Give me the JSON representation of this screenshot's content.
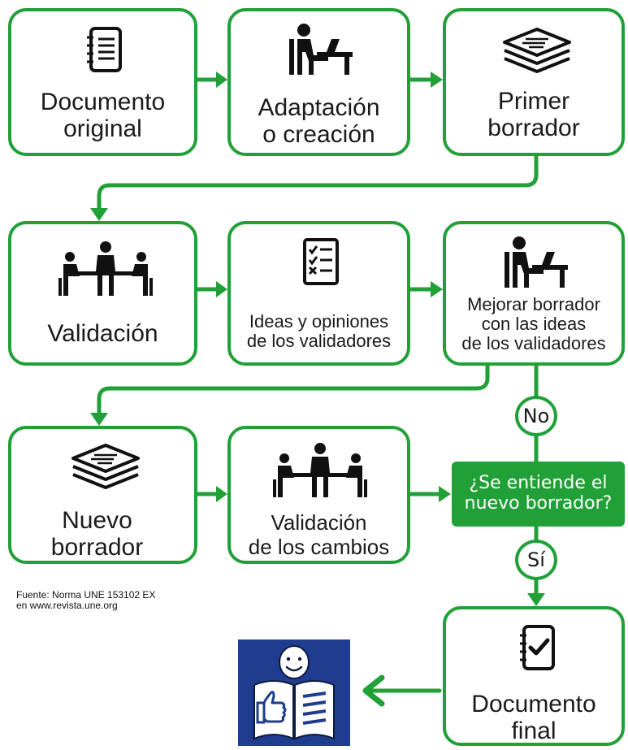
{
  "colors": {
    "accent": "#21a038",
    "logo_bg": "#1f3c8f",
    "text": "#1b1b1b"
  },
  "steps": {
    "documento_original": {
      "label": "Documento\noriginal",
      "icon": "notebook-icon"
    },
    "adaptacion": {
      "label": "Adaptación\no creación",
      "icon": "person-at-desk-icon"
    },
    "primer_borrador": {
      "label": "Primer\nborrador",
      "icon": "document-stack-icon"
    },
    "validacion": {
      "label": "Validación",
      "icon": "meeting-icon"
    },
    "ideas": {
      "label": "Ideas y opiniones\nde los validadores",
      "icon": "checklist-icon"
    },
    "mejorar": {
      "label": "Mejorar borrador\ncon las ideas\nde los validadores",
      "icon": "person-at-desk-icon"
    },
    "nuevo_borrador": {
      "label": "Nuevo\nborrador",
      "icon": "document-stack-icon"
    },
    "validacion_cambios": {
      "label": "Validación\nde los cambios",
      "icon": "meeting-icon"
    },
    "documento_final": {
      "label": "Documento\nfinal",
      "icon": "checked-notebook-icon"
    }
  },
  "decision": {
    "label": "¿Se entiende el\nnuevo borrador?",
    "no": "No",
    "yes": "Sí"
  },
  "source": "Fuente: Norma UNE 153102 EX\nen www.revista.une.org",
  "logo": {
    "icon": "easy-to-read-logo-icon"
  }
}
